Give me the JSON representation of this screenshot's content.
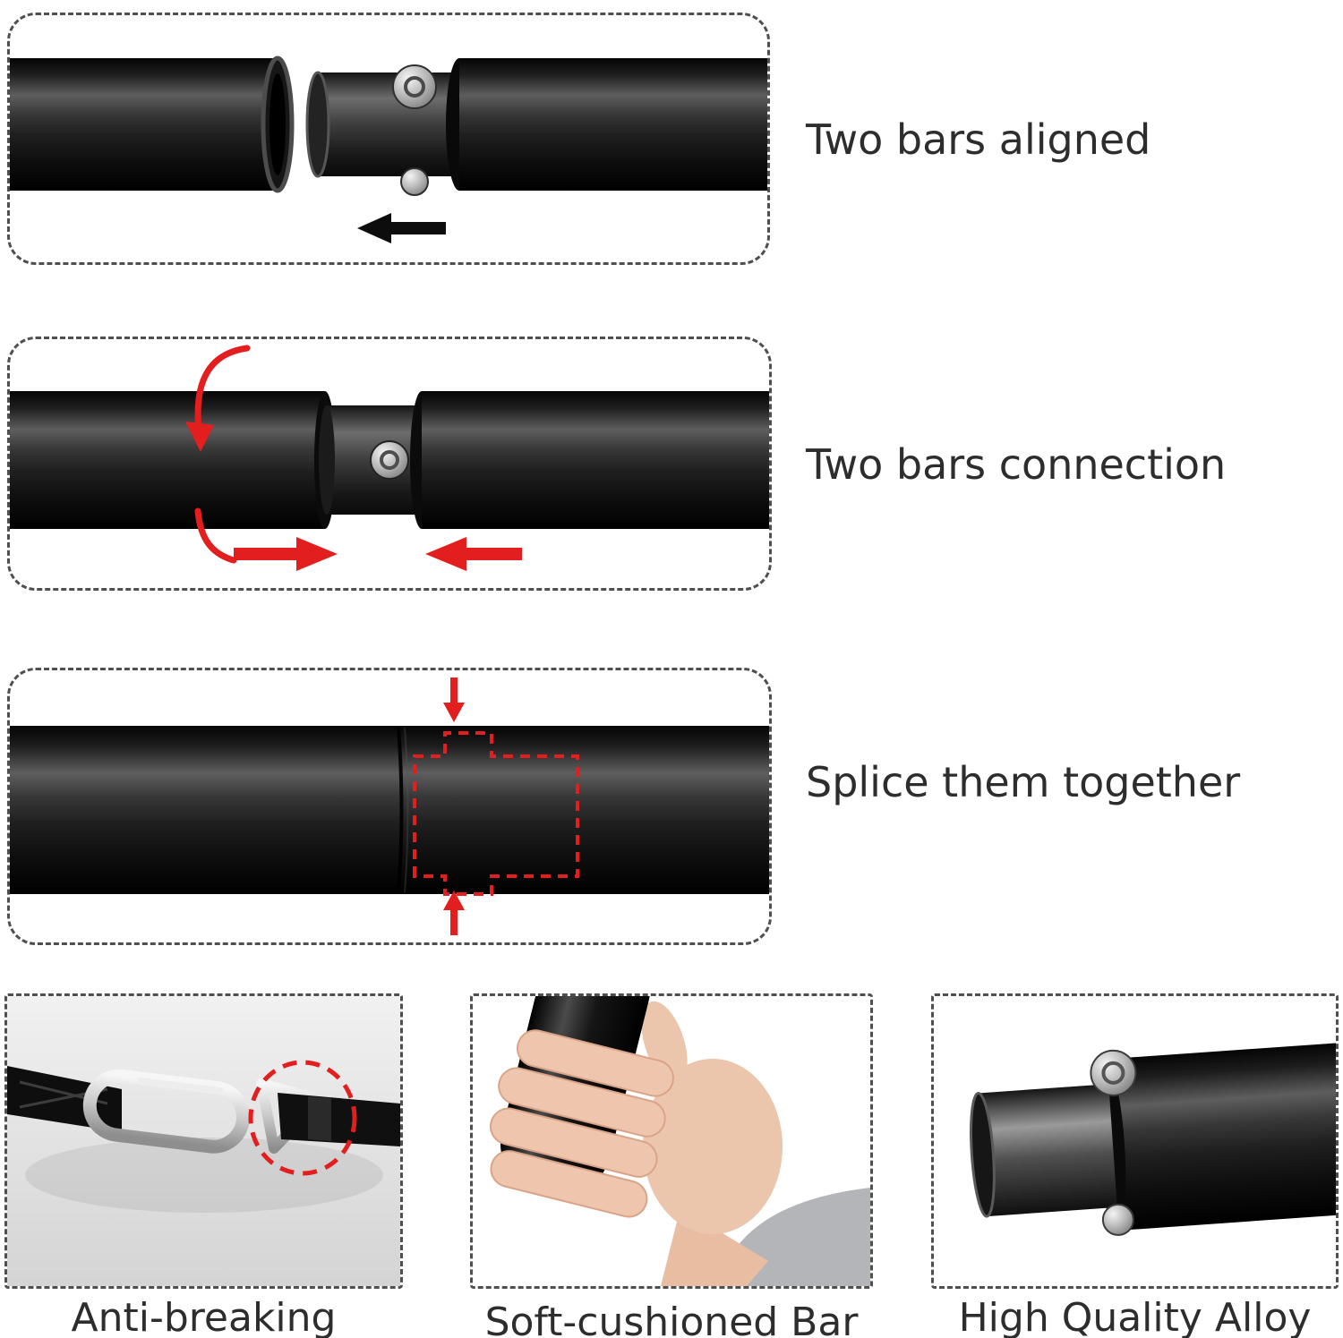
{
  "steps": [
    {
      "label": "Two bars aligned"
    },
    {
      "label": "Two bars connection"
    },
    {
      "label": "Splice them together"
    }
  ],
  "features": [
    {
      "label": "Anti-breaking"
    },
    {
      "label": "Soft-cushioned Bar"
    },
    {
      "label": "High Quality Alloy"
    }
  ],
  "icons": {
    "insert_arrow": "black left arrow",
    "rotate_arrow": "red curved rotation arrow",
    "push_arrows": "red inward arrows",
    "press_arrows": "red vertical arrows",
    "highlight_outline": "red dashed connector outline",
    "highlight_circle": "red dashed circle"
  },
  "colors": {
    "accent_red": "#e31e1e",
    "bar_black": "#111111",
    "dashed_border": "#4f4f4f",
    "text": "#2d2d2d",
    "background": "#ffffff"
  }
}
